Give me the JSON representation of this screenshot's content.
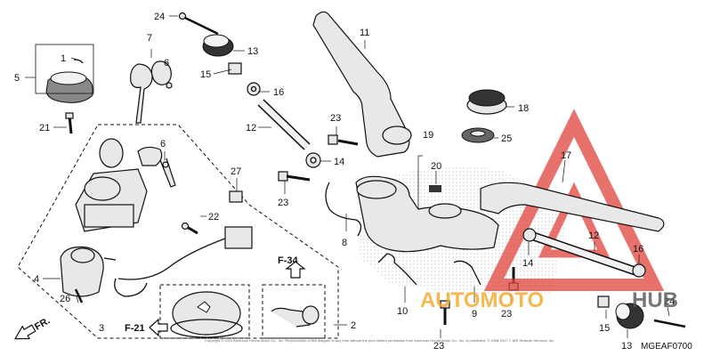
{
  "diagram": {
    "callouts": [
      {
        "id": "c24a",
        "text": "24"
      },
      {
        "id": "c13a",
        "text": "13"
      },
      {
        "id": "c15a",
        "text": "15"
      },
      {
        "id": "c16a",
        "text": "16"
      },
      {
        "id": "c12a",
        "text": "12"
      },
      {
        "id": "c14a",
        "text": "14"
      },
      {
        "id": "c7",
        "text": "7"
      },
      {
        "id": "c6a",
        "text": "6"
      },
      {
        "id": "c1",
        "text": "1"
      },
      {
        "id": "c5",
        "text": "5"
      },
      {
        "id": "c21",
        "text": "21"
      },
      {
        "id": "c6b",
        "text": "6"
      },
      {
        "id": "c27",
        "text": "27"
      },
      {
        "id": "c22",
        "text": "22"
      },
      {
        "id": "c4",
        "text": "4"
      },
      {
        "id": "c26",
        "text": "26"
      },
      {
        "id": "c3",
        "text": "3"
      },
      {
        "id": "c2",
        "text": "2"
      },
      {
        "id": "c11",
        "text": "11"
      },
      {
        "id": "c23a",
        "text": "23"
      },
      {
        "id": "c23b",
        "text": "23"
      },
      {
        "id": "c19",
        "text": "19"
      },
      {
        "id": "c20",
        "text": "20"
      },
      {
        "id": "c8",
        "text": "8"
      },
      {
        "id": "c10",
        "text": "10"
      },
      {
        "id": "c9",
        "text": "9"
      },
      {
        "id": "c23c",
        "text": "23"
      },
      {
        "id": "c23d",
        "text": "23"
      },
      {
        "id": "c18",
        "text": "18"
      },
      {
        "id": "c25",
        "text": "25"
      },
      {
        "id": "c17",
        "text": "17"
      },
      {
        "id": "c12b",
        "text": "12"
      },
      {
        "id": "c16b",
        "text": "16"
      },
      {
        "id": "c14b",
        "text": "14"
      },
      {
        "id": "c24b",
        "text": "24"
      },
      {
        "id": "c15b",
        "text": "15"
      },
      {
        "id": "c13b",
        "text": "13"
      }
    ],
    "references": {
      "f34": "F-34",
      "f21": "F-21",
      "front": "FR."
    },
    "diagram_code": "MGEAF0700",
    "copyright": "Copyright © 2013 American Honda Motor Co., Inc. Reproduction of this diagram in any form without the prior written permission from American Honda Motor Co., Inc. is prohibited. © 1998-2017 Y. ARI Network Services, Inc.",
    "watermark": {
      "brand_a": "AUTOMOTO",
      "brand_b": "HUB",
      "color_triangle": "#e0443c",
      "color_brand": "#f5a623",
      "color_hub": "#555555"
    },
    "colors": {
      "line": "#111111",
      "dots": "#999999"
    }
  }
}
